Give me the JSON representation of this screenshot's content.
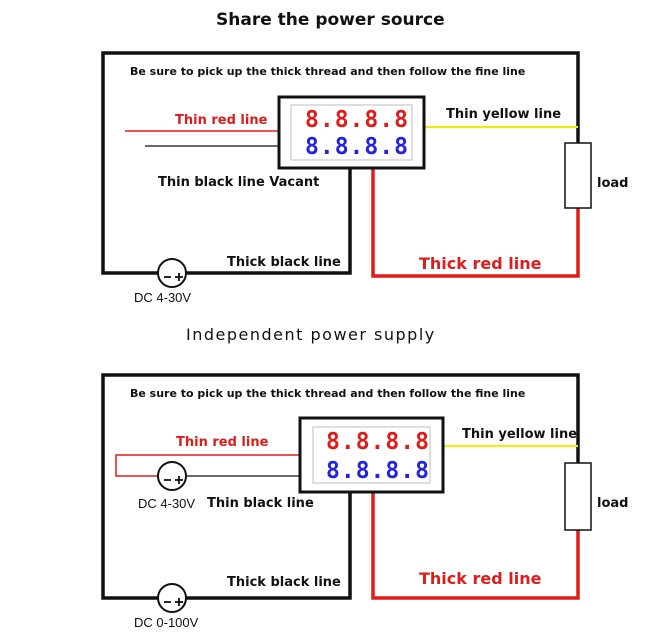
{
  "colors": {
    "red": "#e01b1b",
    "blue": "#2323e0",
    "yellow": "#f2ee00",
    "black": "#111111"
  },
  "top": {
    "title": "Share the power source",
    "note": "Be sure to pick up the thick thread and then follow the fine line",
    "labels": {
      "thin_red": "Thin red line",
      "thin_yellow": "Thin yellow line",
      "thin_black": "Thin black line Vacant",
      "thick_black": "Thick black line",
      "thick_red": "Thick red line",
      "load": "load",
      "dc": "DC 4-30V"
    },
    "display_red": "8.8.8.8",
    "display_blue": "8.8.8.8"
  },
  "bottom": {
    "title": "Independent power supply",
    "note": "Be sure to pick up the thick thread and then follow the fine line",
    "labels": {
      "thin_red": "Thin red line",
      "thin_yellow": "Thin yellow line",
      "thin_black": "Thin black line",
      "thick_black": "Thick black line",
      "thick_red": "Thick red line",
      "load": "load",
      "dc1": "DC 4-30V",
      "dc2": "DC 0-100V"
    },
    "display_red": "8.8.8.8",
    "display_blue": "8.8.8.8"
  },
  "icons": {
    "source": "dc-voltage-source-icon",
    "load": "load-resistor-icon",
    "meter": "dual-voltmeter-display-icon"
  }
}
